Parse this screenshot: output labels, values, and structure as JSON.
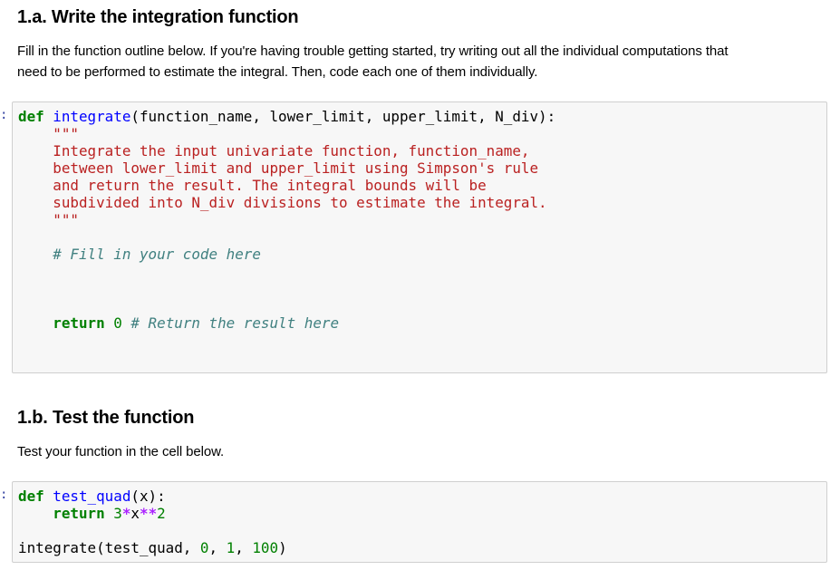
{
  "section_a": {
    "heading": "1.a. Write the integration function",
    "para_line1": "Fill in the function outline below. If you're having trouble getting started, try writing out all the individual computations that",
    "para_line2": "need to be performed to estimate the integral. Then, code each one of them individually."
  },
  "cell1": {
    "prompt": ":",
    "def_kw": "def",
    "func_name": "integrate",
    "signature": "(function_name, lower_limit, upper_limit, N_div):",
    "doc_open": "\"\"\"",
    "doc_lines": [
      "Integrate the input univariate function, function_name,",
      "between lower_limit and upper_limit using Simpson's rule",
      "and return the result. The integral bounds will be",
      "subdivided into N_div divisions to estimate the integral."
    ],
    "doc_close": "\"\"\"",
    "fill_comment": "# Fill in your code here",
    "return_kw": "return",
    "return_value": "0",
    "return_comment": "# Return the result here"
  },
  "section_b": {
    "heading": "1.b. Test the function",
    "para": "Test your function in the cell below."
  },
  "cell2": {
    "prompt": ":",
    "def_kw": "def",
    "func_name": "test_quad",
    "params": "(x):",
    "return_kw": "return",
    "num3": "3",
    "op_mul": "*",
    "var_x": "x",
    "op_pow": "**",
    "num2": "2",
    "call_text": "integrate(test_quad, ",
    "arg0": "0",
    "sep1": ", ",
    "arg1": "1",
    "sep2": ", ",
    "arg100": "100",
    "call_close": ")"
  }
}
